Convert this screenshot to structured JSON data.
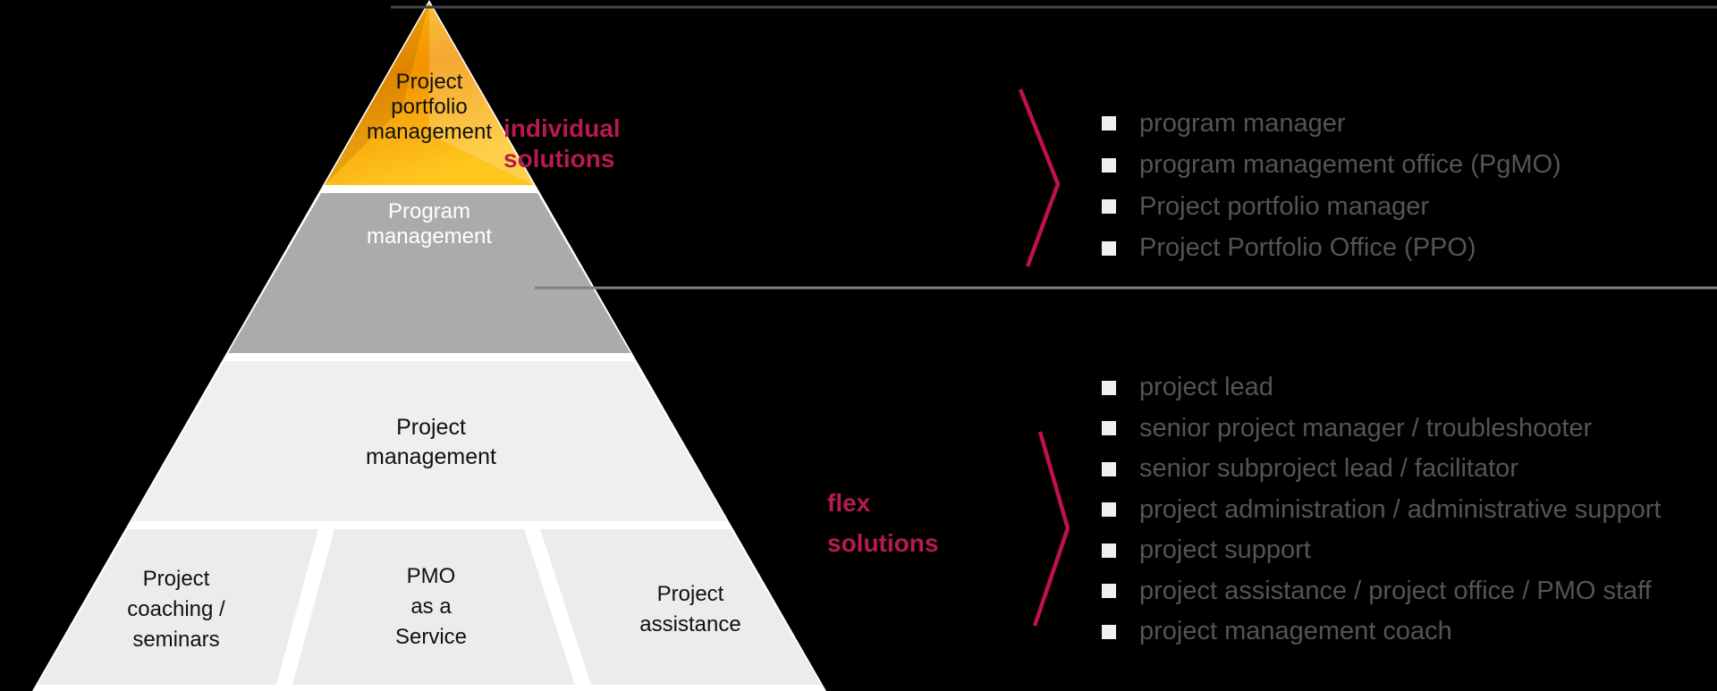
{
  "pyramid": {
    "tier_portfolio": {
      "lines": [
        "Project",
        "portfolio",
        "management"
      ]
    },
    "tier_program": {
      "lines": [
        "Program",
        "management"
      ]
    },
    "tier_project": {
      "lines": [
        "Project",
        "management"
      ]
    },
    "tier_coaching": {
      "lines": [
        "Project",
        "coaching /",
        "seminars"
      ]
    },
    "tier_pmo": {
      "lines": [
        "PMO",
        "as a",
        "Service"
      ]
    },
    "tier_assistance": {
      "lines": [
        "Project",
        "assistance"
      ]
    }
  },
  "right": {
    "individual": {
      "label_line1": "individual",
      "label_line2": "solutions",
      "items": [
        "program manager",
        "program management office (PgMO)",
        "Project portfolio manager",
        "Project Portfolio Office (PPO)"
      ]
    },
    "flex": {
      "label_line1": "flex",
      "label_line2": "solutions",
      "items": [
        "project lead",
        "senior project manager / troubleshooter",
        "senior subproject lead / facilitator",
        "project administration / administrative support",
        "project support",
        "project assistance / project office / PMO staff",
        "project management coach"
      ]
    }
  },
  "colors": {
    "accent_crimson": "#B61A52",
    "chevron_crimson": "#BE1152",
    "gold_top": "#F39200",
    "gold_bottom": "#FFC61E",
    "tier_program_gray": "#ABABAB",
    "tier_light_gray": "#EFEFEF",
    "bullet_text_gray": "#545454",
    "background": "#000000"
  }
}
